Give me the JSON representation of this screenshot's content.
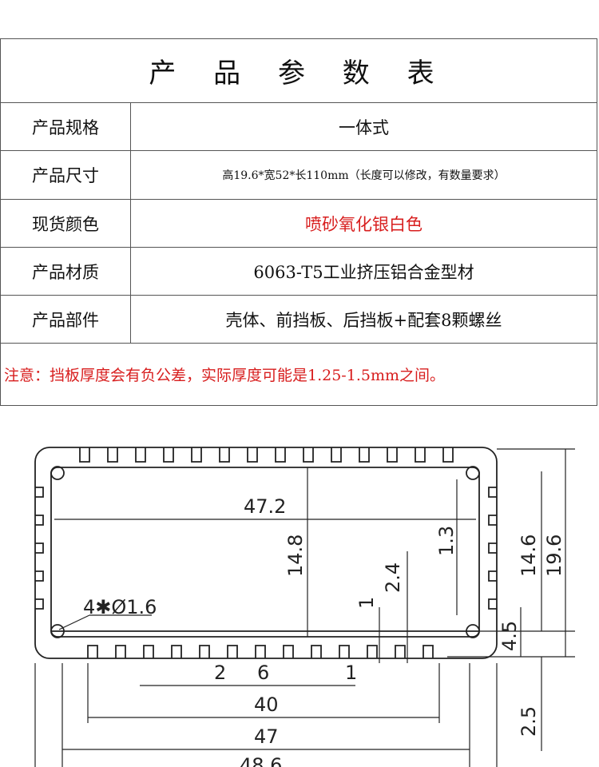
{
  "table": {
    "title": "产 品 参 数 表",
    "rows": [
      {
        "label": "产品规格",
        "value": "一体式"
      },
      {
        "label": "产品尺寸",
        "value": "高19.6*宽52*长110mm（长度可以修改，有数量要求）"
      },
      {
        "label": "现货颜色",
        "value": "喷砂氧化银白色"
      },
      {
        "label": "产品材质",
        "value": "6063-T5工业挤压铝合金型材"
      },
      {
        "label": "产品部件",
        "value": "壳体、前挡板、后挡板+配套8颗螺丝"
      }
    ],
    "note": "注意：挡板厚度会有负公差，实际厚度可能是1.25-1.5mm之间。"
  },
  "drawing": {
    "dim_47_2": "47.2",
    "dim_14_8": "14.8",
    "dim_1_3": "1.3",
    "dim_2_4": "2.4",
    "dim_1_a": "1",
    "dim_14_6": "14.6",
    "dim_19_6": "19.6",
    "dim_4_5": "4.5",
    "hole_label": "4✱Ø1.6",
    "dim_2": "2",
    "dim_6": "6",
    "dim_1_b": "1",
    "dim_40": "40",
    "dim_47": "47",
    "dim_48_6": "48.6",
    "dim_2_5": "2.5"
  },
  "colors": {
    "note_red": "#d81e1e",
    "border": "#555555"
  }
}
